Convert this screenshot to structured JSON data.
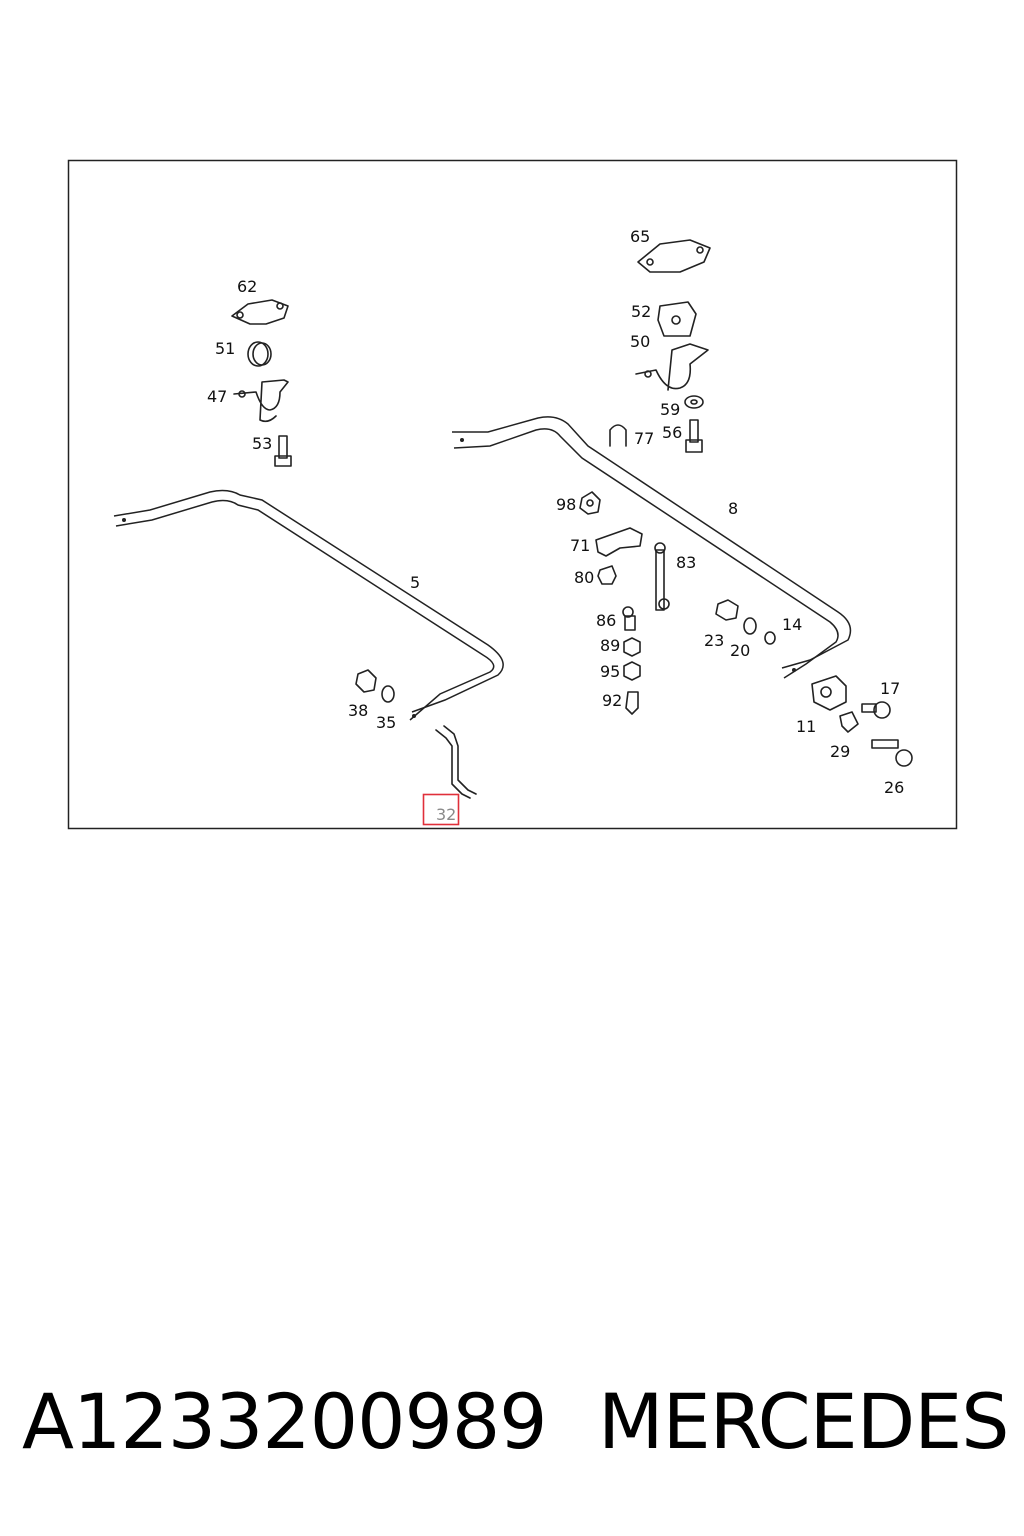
{
  "diagram": {
    "callouts": [
      "65",
      "62",
      "52",
      "51",
      "50",
      "47",
      "59",
      "77",
      "56",
      "53",
      "98",
      "8",
      "71",
      "83",
      "5",
      "80",
      "86",
      "14",
      "23",
      "20",
      "89",
      "95",
      "17",
      "92",
      "38",
      "35",
      "11",
      "29",
      "26",
      "32"
    ],
    "highlighted": "32",
    "highlight_color": "#e0303a"
  },
  "caption": {
    "part_number": "A1233200989",
    "brand": "MERCEDES"
  }
}
